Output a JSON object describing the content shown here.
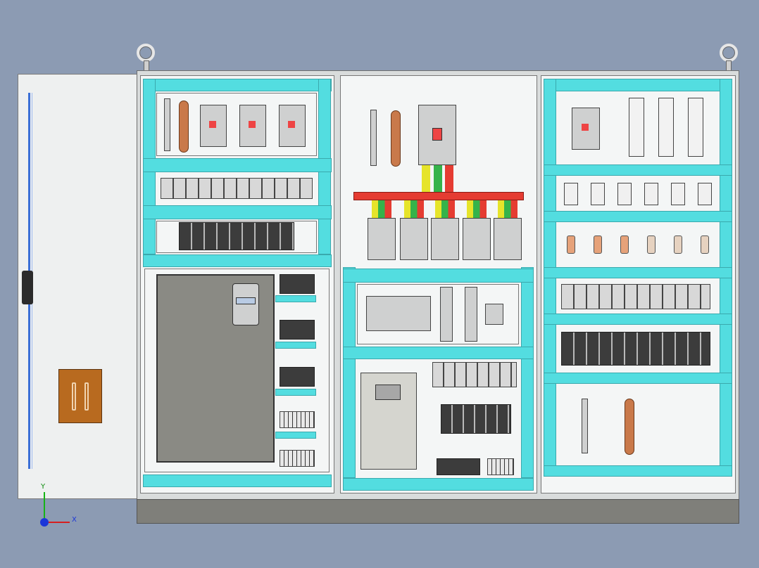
{
  "axes": {
    "x_label": "X",
    "y_label": "Y"
  },
  "colors": {
    "background": "#8c9bb3",
    "panel_rail": "#53dde0",
    "busbar": "#e53c32",
    "copper": "#c9794a",
    "phase_yellow": "#e6e42a",
    "phase_green": "#35b34a",
    "phase_red": "#e53c32"
  },
  "cabinets": [
    {
      "name": "left-cabinet",
      "devices": [
        "terminal-strip",
        "copper-busbar",
        "mccb",
        "mccb",
        "mccb",
        "relay-row",
        "contactor-row",
        "variable-frequency-drive",
        "breaker-block",
        "breaker-block",
        "breaker-block",
        "terminal-block",
        "terminal-block"
      ]
    },
    {
      "name": "middle-cabinet",
      "devices": [
        "terminal-strip",
        "copper-busbar",
        "main-breaker",
        "red-busbar",
        "mccb",
        "mccb",
        "mccb",
        "mccb",
        "mccb",
        "plc",
        "power-supply",
        "power-supply",
        "soft-starter",
        "relay-row",
        "contactor-row",
        "breaker-block",
        "terminal-block"
      ]
    },
    {
      "name": "right-cabinet",
      "devices": [
        "mccb",
        "fuse-holder",
        "fuse-holder",
        "fuse-holder",
        "isolator",
        "isolator",
        "isolator",
        "isolator",
        "isolator",
        "isolator",
        "indicator",
        "indicator",
        "indicator",
        "indicator",
        "indicator",
        "indicator",
        "relay-row",
        "contactor-row",
        "terminal-strip",
        "copper-busbar"
      ]
    }
  ]
}
